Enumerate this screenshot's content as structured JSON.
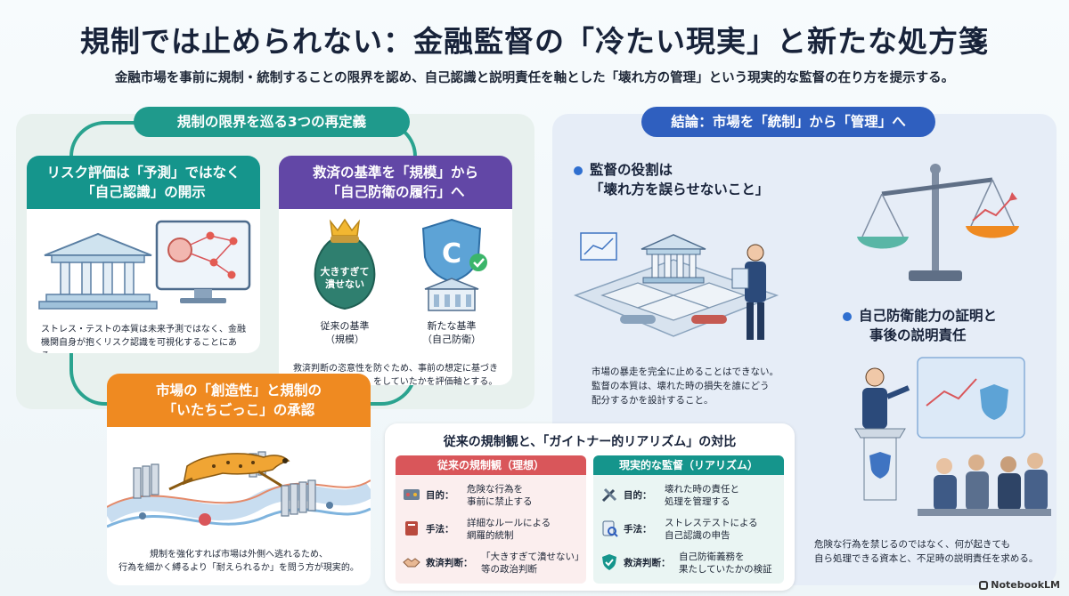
{
  "title": "規制では止められない：金融監督の「冷たい現実」と新たな処方箋",
  "subtitle": "金融市場を事前に規制・統制することの限界を認め、自己認識と説明責任を軸とした「壊れ方の管理」という現実的な監督の在り方を提示する。",
  "left": {
    "section_title": "規制の限界を巡る3つの再定義",
    "card1": {
      "title_l1": "リスク評価は「予測」ではなく",
      "title_l2": "「自己認識」の開示",
      "text_l1": "ストレス・テストの本質は未来予測ではなく、金融",
      "text_l2": "機関自身が抱くリスク認識を可視化することにある。"
    },
    "card2": {
      "title_l1": "救済の基準を「規模」から",
      "title_l2": "「自己防衛の履行」へ",
      "bag_l1": "大きすぎて",
      "bag_l2": "潰せない",
      "old_l1": "従来の基準",
      "old_l2": "（規模）",
      "new_l1": "新たな基準",
      "new_l2": "（自己防衛）",
      "text_l1": "救済判断の恣意性を防ぐため、事前の想定に基づき",
      "text_l2": "十分な備え（資本）をしていたかを評価軸とする。"
    },
    "card3": {
      "title_l1": "市場の「創造性」と規制の",
      "title_l2": "「いたちごっこ」の承認",
      "text_l1": "規制を強化すれば市場は外側へ逃れるため、",
      "text_l2": "行為を細かく縛るより「耐えられるか」を問う方が現実的。"
    }
  },
  "right": {
    "section_title": "結論：市場を「統制」から「管理」へ",
    "b1_l1": "監督の役割は",
    "b1_l2": "「壊れ方を誤らせないこと」",
    "b1_text_l1": "市場の暴走を完全に止めることはできない。",
    "b1_text_l2": "監督の本質は、壊れた時の損失を誰にどう",
    "b1_text_l3": "配分するかを設計すること。",
    "b2_l1": "自己防衛能力の証明と",
    "b2_l2": "事後の説明責任",
    "b2_text_l1": "危険な行為を禁じるのではなく、何が起きても",
    "b2_text_l2": "自ら処理できる資本と、不足時の説明責任を求める。"
  },
  "comparison": {
    "title": "従来の規制観と、「ガイトナー的リアリズム」の対比",
    "left_head": "従来の規制観（理想）",
    "right_head": "現実的な監督（リアリズム）",
    "left_rows": [
      {
        "label": "目的：",
        "v1": "危険な行為を",
        "v2": "事前に禁止する"
      },
      {
        "label": "手法：",
        "v1": "詳細なルールによる",
        "v2": "網羅的統制"
      },
      {
        "label": "救済判断：",
        "v1": "「大きすぎて潰せない」",
        "v2": "等の政治判断"
      }
    ],
    "right_rows": [
      {
        "label": "目的：",
        "v1": "壊れた時の責任と",
        "v2": "処理を管理する"
      },
      {
        "label": "手法：",
        "v1": "ストレステストによる",
        "v2": "自己認識の申告"
      },
      {
        "label": "救済判断：",
        "v1": "自己防衛義務を",
        "v2": "果たしていたかの検証"
      }
    ]
  },
  "brand": "NotebookLM",
  "colors": {
    "teal": "#15958c",
    "purple": "#6247a6",
    "orange": "#ef8a21",
    "blue": "#2f5fbf",
    "red": "#d9565a"
  }
}
